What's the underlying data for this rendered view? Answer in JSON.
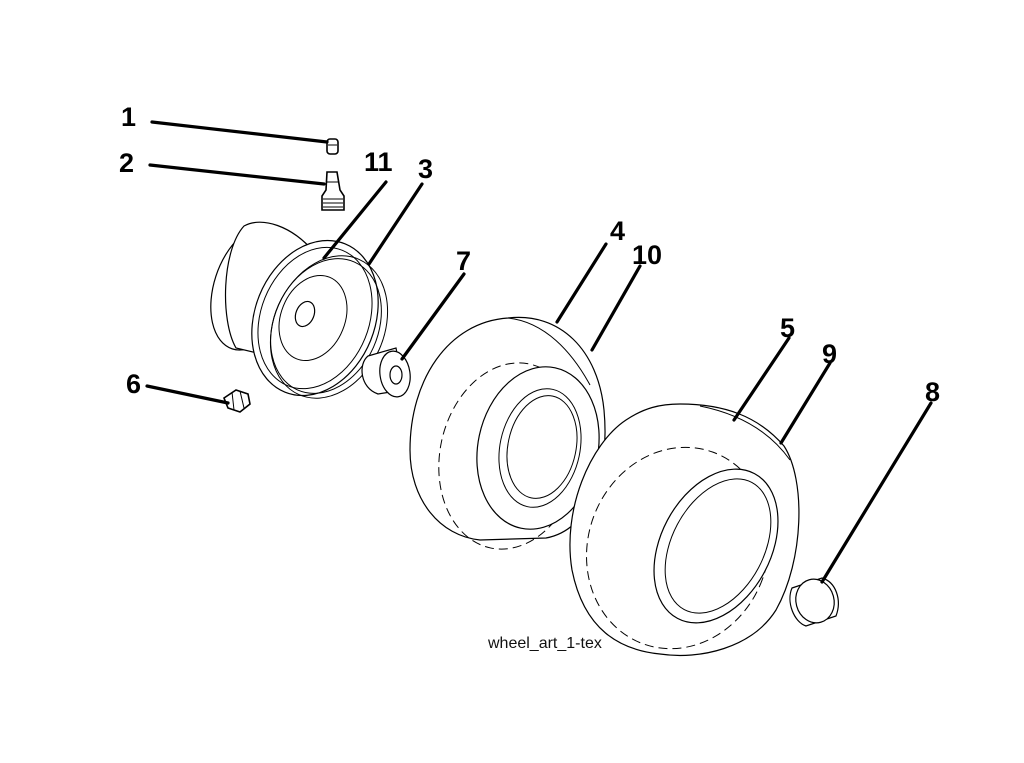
{
  "caption": "wheel_art_1-tex",
  "callouts": {
    "c1": "1",
    "c2": "2",
    "c3": "3",
    "c4": "4",
    "c5": "5",
    "c6": "6",
    "c7": "7",
    "c8": "8",
    "c9": "9",
    "c10": "10",
    "c11": "11"
  },
  "colors": {
    "ink": "#000000",
    "background": "#ffffff"
  }
}
